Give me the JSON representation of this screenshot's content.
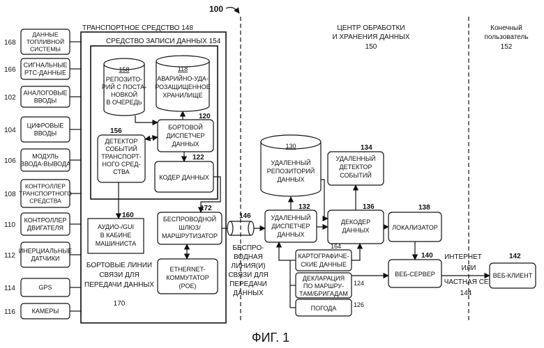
{
  "figure_ref": "100",
  "caption": "ФИГ. 1",
  "sections": {
    "vehicle": "ТРАНСПОРТНОЕ СРЕДСТВО 148",
    "recorder": "СРЕДСТВО ЗАПИСИ ДАННЫХ 154",
    "center_line1": "ЦЕНТР ОБРАБОТКИ",
    "center_line2": "И ХРАНЕНИЯ ДАННЫХ",
    "center_ref": "150",
    "user_line1": "Конечный",
    "user_line2": "пользователь",
    "user_ref": "152"
  },
  "inputs": [
    {
      "ref": "168",
      "lines": [
        "ДАННЫЕ",
        "ТОПЛИВНОЙ",
        "СИСТЕМЫ"
      ]
    },
    {
      "ref": "166",
      "lines": [
        "СИГНАЛЬНЫЕ",
        "PTC-ДАННЫЕ"
      ]
    },
    {
      "ref": "102",
      "lines": [
        "АНАЛОГОВЫЕ",
        "ВВОДЫ"
      ]
    },
    {
      "ref": "104",
      "lines": [
        "ЦИФРОВЫЕ",
        "ВВОДЫ"
      ]
    },
    {
      "ref": "106",
      "lines": [
        "МОДУЛЬ",
        "ВВОДА-ВЫВОДА"
      ]
    },
    {
      "ref": "108",
      "lines": [
        "КОНТРОЛЛЕР",
        "ТРАНСПОРТНОГО",
        "СРЕДСТВА"
      ]
    },
    {
      "ref": "110",
      "lines": [
        "КОНТРОЛЛЕР",
        "ДВИГАТЕЛЯ"
      ]
    },
    {
      "ref": "112",
      "lines": [
        "ИНЕРЦИАЛЬНЫЕ",
        "ДАТЧИКИ"
      ]
    },
    {
      "ref": "114",
      "lines": [
        "GPS"
      ]
    },
    {
      "ref": "116",
      "lines": [
        "КАМЕРЫ"
      ]
    }
  ],
  "blocks": {
    "queue_repo": {
      "ref": "158",
      "lines": [
        "РЕПОЗИТО-",
        "РИЙ С ПОСТА-",
        "НОВКОЙ",
        "В ОЧЕРЕДЬ"
      ]
    },
    "crash_store": {
      "ref": "118",
      "lines": [
        "АВАРИЙНО-УДА-",
        "РОЗАЩИЩЕННОЕ",
        "ХРАНИЛИЩЕ"
      ]
    },
    "onboard_manager": {
      "ref": "120",
      "lines": [
        "БОРТОВОЙ",
        "ДИСПЕТЧЕР",
        "ДАННЫХ"
      ]
    },
    "event_detector": {
      "ref": "156",
      "lines": [
        "ДЕТЕКТОР",
        "СОБЫТИЙ",
        "ТРАНСПОРТ-",
        "НОГО СРЕД-",
        "СТВА"
      ]
    },
    "data_encoder": {
      "ref": "122",
      "lines": [
        "КОДЕР ДАННЫХ"
      ]
    },
    "cab_audio": {
      "ref": "160",
      "lines": [
        "АУДИО-/GUI",
        "В КАБИНЕ",
        "МАШИНИСТА"
      ]
    },
    "wireless_gateway": {
      "ref": "172",
      "lines": [
        "БЕСПРОВОДНОЙ",
        "ШЛЮЗ/",
        "МАРШРУТИЗАТОР"
      ]
    },
    "ethernet_switch": {
      "lines": [
        "ETHERNET-",
        "КОММУТАТОР",
        "(POE)"
      ]
    },
    "onboard_links": {
      "ref": "170",
      "lines": [
        "БОРТОВЫЕ ЛИНИИ",
        "СВЯЗИ ДЛЯ",
        "ПЕРЕДАЧИ ДАННЫХ"
      ]
    },
    "wireless_links": {
      "ref": "146",
      "lines": [
        "БЕСПРО-",
        "ВОДНАЯ",
        "ЛИНИЯ(И)",
        "СВЯЗИ ДЛЯ",
        "ПЕРЕДАЧИ",
        "ДАННЫХ"
      ]
    },
    "remote_repo": {
      "ref": "130",
      "lines": [
        "УДАЛЕННЫЙ",
        "РЕПОЗИТОРИЙ",
        "ДАННЫХ"
      ]
    },
    "remote_detector": {
      "ref": "134",
      "lines": [
        "УДАЛЕННЫЙ",
        "ДЕТЕКТОР",
        "СОБЫТИЙ"
      ]
    },
    "remote_manager": {
      "ref": "132",
      "lines": [
        "УДАЛЕННЫЙ",
        "ДИСПЕТЧЕР",
        "ДАННЫХ"
      ]
    },
    "data_decoder": {
      "ref": "136",
      "lines": [
        "ДЕКОДЕР",
        "ДАННЫХ"
      ]
    },
    "localizer": {
      "ref": "138",
      "lines": [
        "ЛОКАЛИЗАТОР"
      ]
    },
    "map_data": {
      "ref": "164",
      "lines": [
        "КАРТОГРАФИЧЕ-",
        "СКИЕ ДАННЫЕ"
      ]
    },
    "route_declaration": {
      "ref": "124",
      "lines": [
        "ДЕКЛАРАЦИЯ",
        "ПО МАРШРУ-",
        "ТАМ/БРИГАДАМ"
      ]
    },
    "weather": {
      "ref": "126",
      "lines": [
        "ПОГОДА"
      ]
    },
    "web_server": {
      "ref": "140",
      "lines": [
        "ВЕБ-СЕРВЕР"
      ]
    },
    "internet": {
      "ref": "144",
      "lines": [
        "ИНТЕРНЕТ",
        "ИЛИ",
        "ЧАСТНАЯ СЕТЬ"
      ]
    },
    "web_client": {
      "ref": "142",
      "lines": [
        "ВЕБ-КЛИЕНТ"
      ]
    }
  }
}
